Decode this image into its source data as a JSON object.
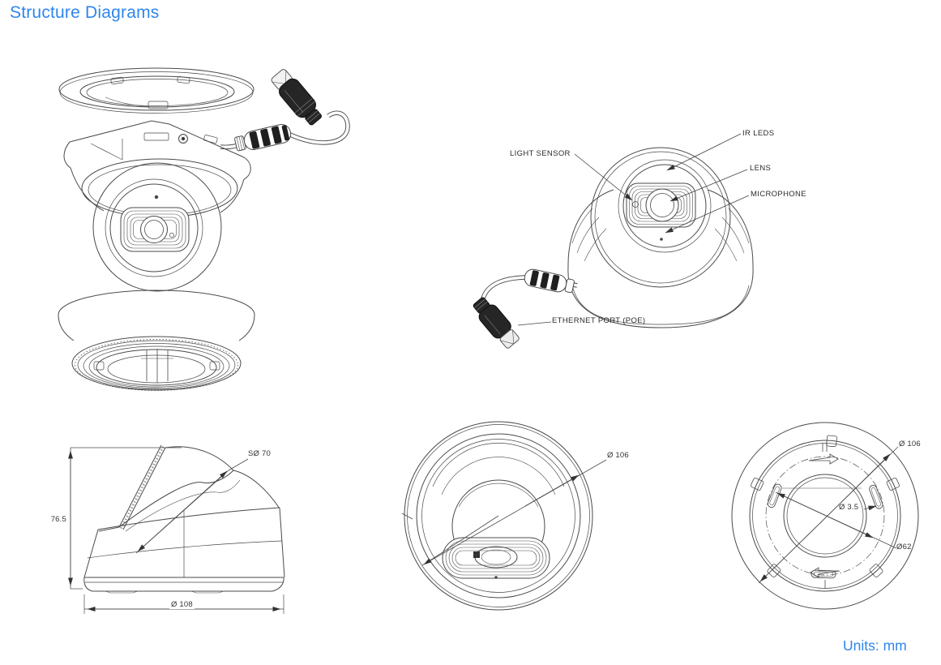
{
  "page": {
    "title": "Structure Diagrams",
    "units": "Units: mm"
  },
  "colors": {
    "accent": "#2E86EC",
    "line": "#4a4a4a"
  },
  "front_view": {
    "labels": {
      "light_sensor": "LIGHT SENSOR",
      "ir_leds": "IR LEDS",
      "lens": "LENS",
      "microphone": "MICROPHONE",
      "ethernet_port": "ETHERNET PORT (POE)"
    }
  },
  "side_view": {
    "dims": {
      "height": "76.5",
      "sphere_diameter": "SØ 70",
      "base_diameter": "Ø 108"
    }
  },
  "bottom_view": {
    "dims": {
      "outer_diameter": "Ø 106"
    }
  },
  "mount_view": {
    "dims": {
      "outer_diameter": "Ø 106",
      "screw_hole_diameter": "Ø 3.5",
      "inner_diameter": "Ø62"
    }
  }
}
